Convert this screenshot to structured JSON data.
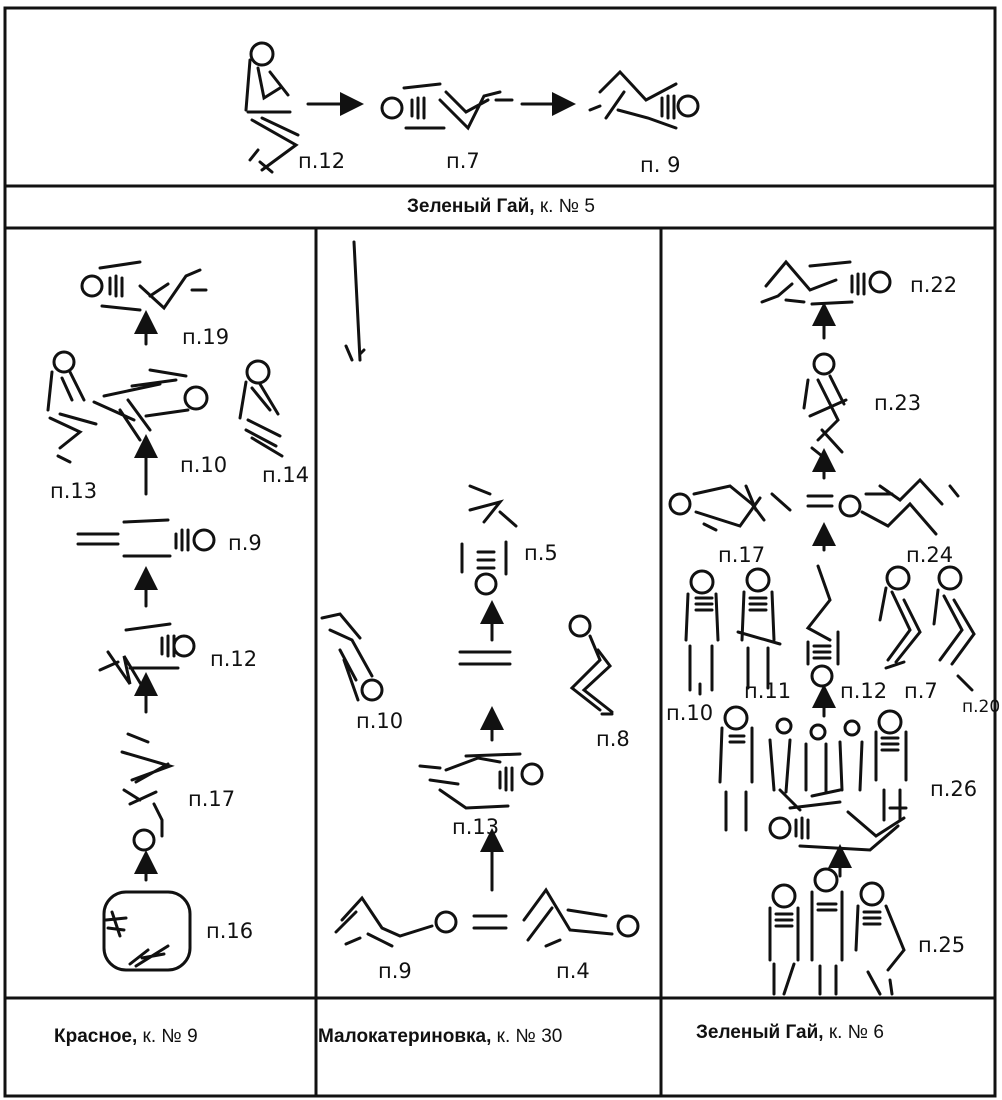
{
  "top_panel": {
    "labels": [
      "п.12",
      "п.7",
      "п. 9"
    ],
    "caption": {
      "name": "Зеленый Гай,",
      "num": " к. № 5"
    }
  },
  "left_panel": {
    "labels": [
      "п.19",
      "п.13",
      "п.10",
      "п.14",
      "п.9",
      "п.12",
      "п.17",
      "п.16"
    ],
    "caption": {
      "name": "Красное,",
      "num": " к. № 9"
    }
  },
  "middle_panel": {
    "labels": [
      "п.5",
      "п.10",
      "п.8",
      "п.13",
      "п.9",
      "п.4"
    ],
    "caption": {
      "name": "Малокатериновка,",
      "num": " к. № 30"
    }
  },
  "right_panel": {
    "labels": [
      "п.22",
      "п.23",
      "п.17",
      "п.24",
      "п.10",
      "п.11",
      "п.12",
      "п.7",
      "п.20",
      "п.26",
      "п.25"
    ],
    "caption": {
      "name": "Зеленый Гай,",
      "num": " к. № 6"
    }
  }
}
